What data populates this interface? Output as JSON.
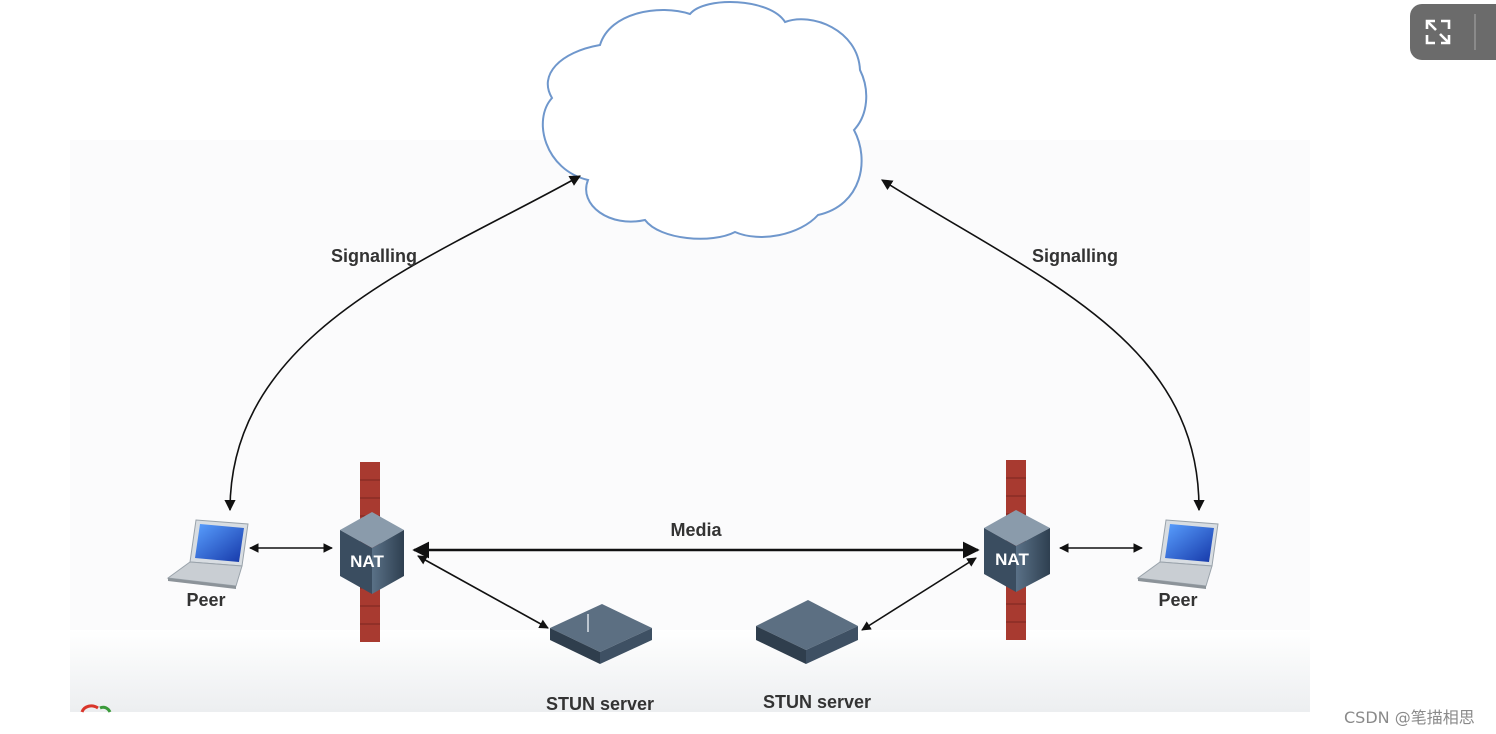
{
  "diagram": {
    "signalling_left": "Signalling",
    "signalling_right": "Signalling",
    "media": "Media",
    "nat_left": "NAT",
    "nat_right": "NAT",
    "peer_left": "Peer",
    "peer_right": "Peer",
    "stun_left": "STUN server",
    "stun_right": "STUN server"
  },
  "overlay": {
    "fullscreen_icon": "expand-icon",
    "watermark": "CSDN @笔描相思"
  },
  "colors": {
    "cloud_stroke": "#6f97cc",
    "firewall": "#a83a30",
    "device": "#3f5468",
    "arrow": "#111111"
  }
}
